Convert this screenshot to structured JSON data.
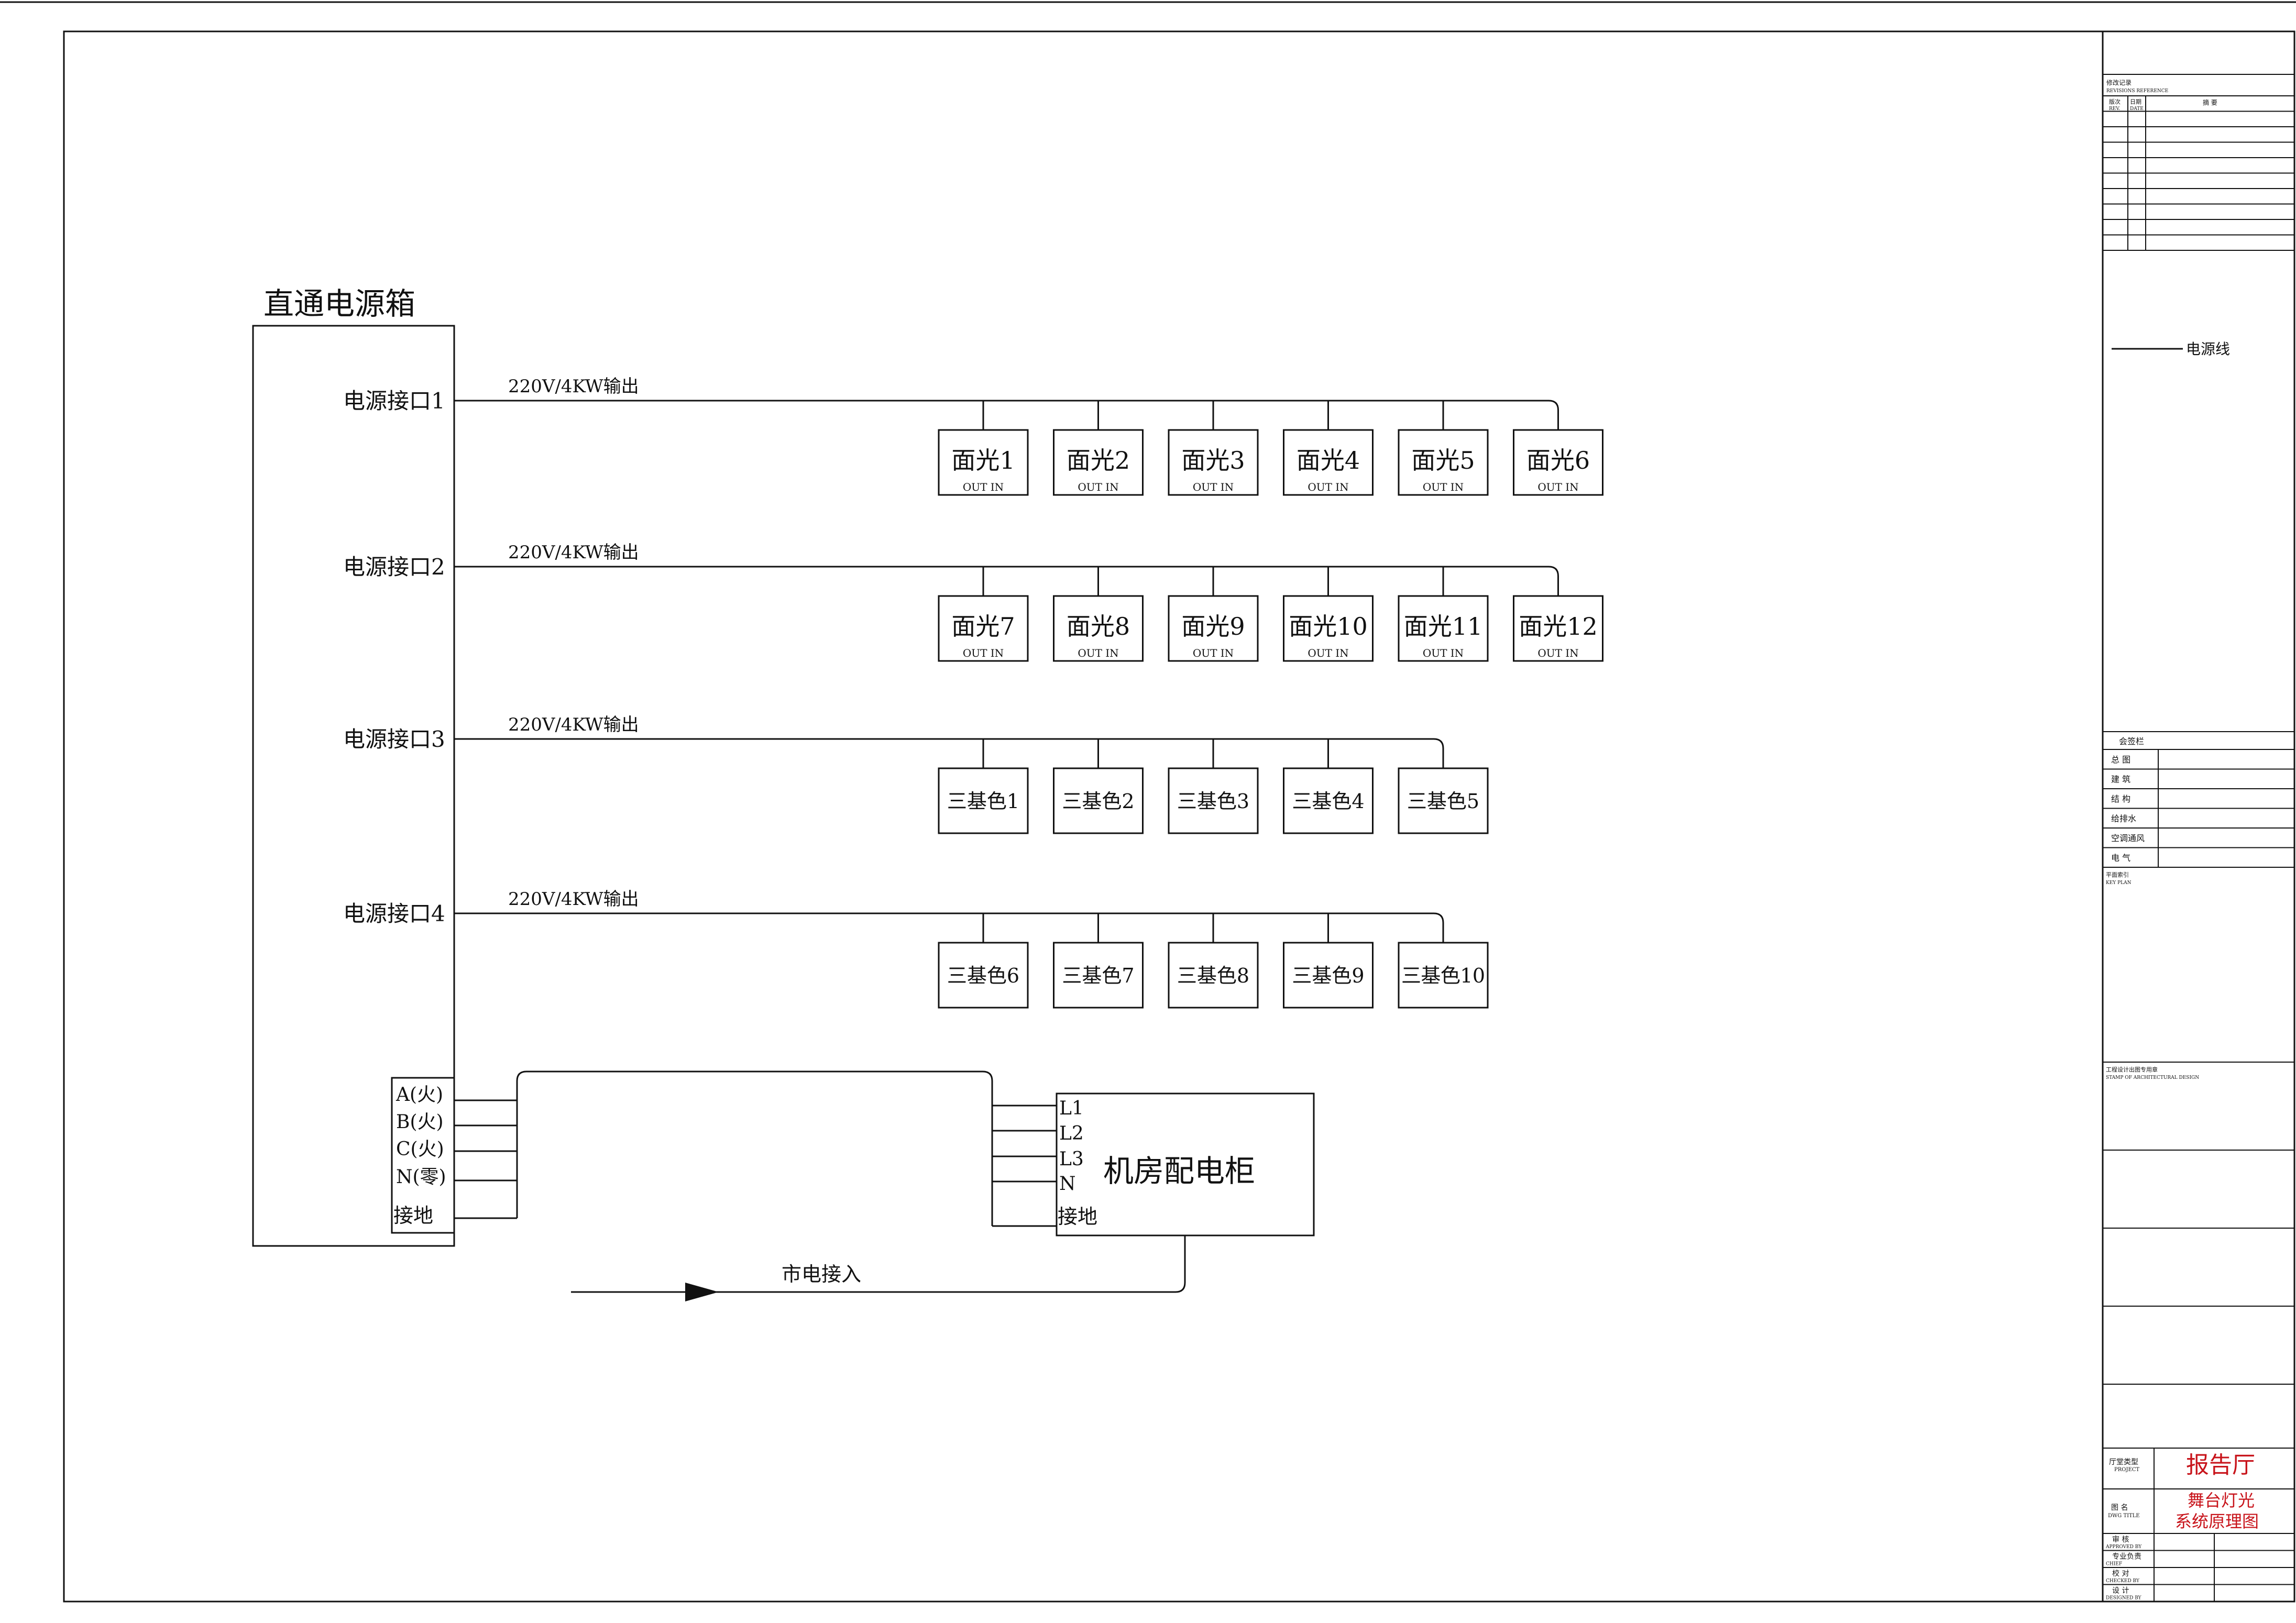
{
  "diagram": {
    "box_title": "直通电源箱",
    "ports": [
      {
        "label": "电源接口1",
        "output": "220V/4KW输出",
        "fixtures": [
          "面光1",
          "面光2",
          "面光3",
          "面光4",
          "面光5",
          "面光6"
        ]
      },
      {
        "label": "电源接口2",
        "output": "220V/4KW输出",
        "fixtures": [
          "面光7",
          "面光8",
          "面光9",
          "面光10",
          "面光11",
          "面光12"
        ]
      },
      {
        "label": "电源接口3",
        "output": "220V/4KW输出",
        "fixtures": [
          "三基色1",
          "三基色2",
          "三基色3",
          "三基色4",
          "三基色5"
        ]
      },
      {
        "label": "电源接口4",
        "output": "220V/4KW输出",
        "fixtures": [
          "三基色6",
          "三基色7",
          "三基色8",
          "三基色9",
          "三基色10"
        ]
      }
    ],
    "fixture_sub_label": "OUT   IN",
    "terminals": [
      "A(火)",
      "B(火)",
      "C(火)",
      "N(零)",
      "接地"
    ],
    "cabinet": {
      "title": "机房配电柜",
      "terminals": [
        "L1",
        "L2",
        "L3",
        "N",
        "接地"
      ]
    },
    "mains_label": "市电接入"
  },
  "title_block": {
    "revision_header": "修改记录",
    "revision_header_en": "REVISIONS REFERENCE",
    "rev_col1": "版次",
    "rev_col1_en": "REV.",
    "rev_col2": "日期",
    "rev_col2_en": "DATE",
    "rev_col3": "摘  要",
    "legend_line": "电源线",
    "signoff_header": "会签栏",
    "signoff_rows": [
      "总  图",
      "建  筑",
      "结  构",
      "给排水",
      "空调通风",
      "电  气"
    ],
    "key_plan": "平面索引",
    "key_plan_en": "KEY PLAN",
    "stamp": "工程设计出图专用章",
    "stamp_en": "STAMP OF ARCHITECTURAL DESIGN",
    "project_label": "厅堂类型",
    "project_label_en": "PROJECT",
    "project_value": "报告厅",
    "title_label": "图  名",
    "title_label_en": "DWG TITLE",
    "title_value_1": "舞台灯光",
    "title_value_2": "系统原理图",
    "people_rows": [
      {
        "cn": "审  核",
        "en": "APPROVED BY"
      },
      {
        "cn": "专业负责",
        "en": "CHIEF"
      },
      {
        "cn": "校  对",
        "en": "CHECKED BY"
      },
      {
        "cn": "设  计",
        "en": "DESIGNED BY"
      }
    ]
  }
}
